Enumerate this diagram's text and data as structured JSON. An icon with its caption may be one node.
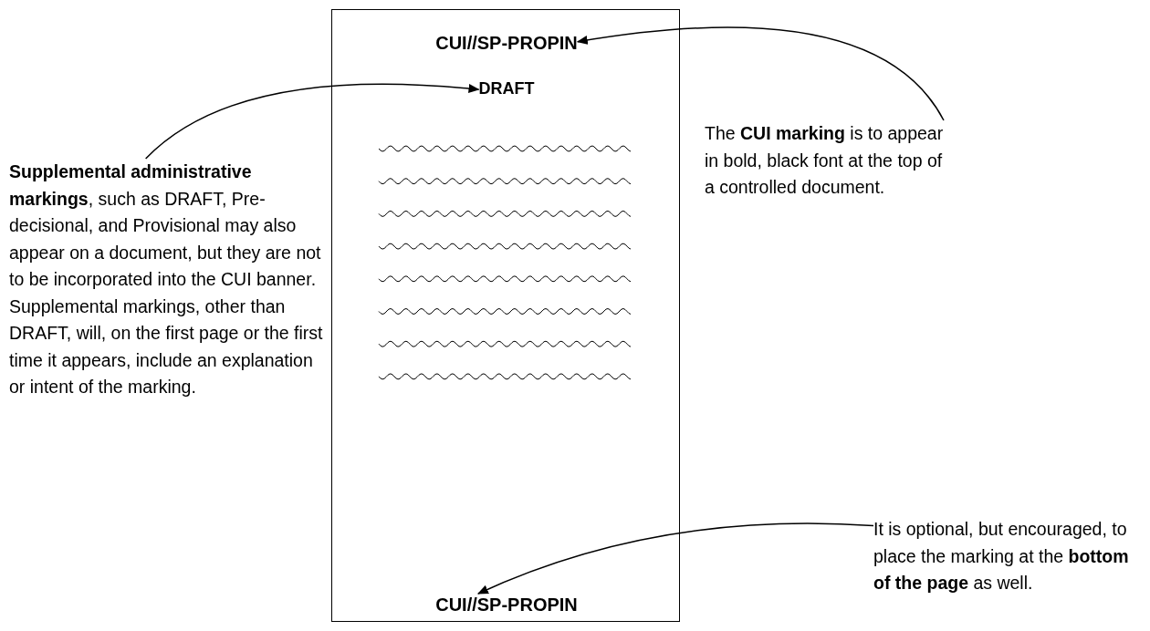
{
  "diagram": {
    "nodes": [
      {
        "text": [],
        "shape": "box"
      },
      {
        "text": [
          "CUI//SP-PROPIN"
        ],
        "in": 0
      },
      {
        "text": [
          "DRAFT"
        ],
        "in": 0
      },
      {
        "text": [
          "CUI//SP-PROPIN"
        ],
        "in": 0
      },
      {
        "text": [
          "**Supplemental administrative markings**, such as DRAFT, Pre-decisional, and Provisional may also appear on a document, but they are not to be incorporated into the CUI banner. Supplemental markings, other than DRAFT, will, on the first page or the first time it appears, include an explanation or intent of the marking."
        ]
      },
      {
        "text": [
          "The **CUI marking** is to appear in bold, black font at the top of a controlled document."
        ]
      },
      {
        "text": [
          "It is optional, but encouraged, to place the marking at the **bottom of the page** as well."
        ]
      }
    ],
    "edges": [
      {
        "from": 4,
        "to": 2,
        "arrow": "to"
      },
      {
        "from": 5,
        "to": 1,
        "arrow": "to"
      },
      {
        "from": 6,
        "to": 3,
        "arrow": "to"
      }
    ]
  }
}
